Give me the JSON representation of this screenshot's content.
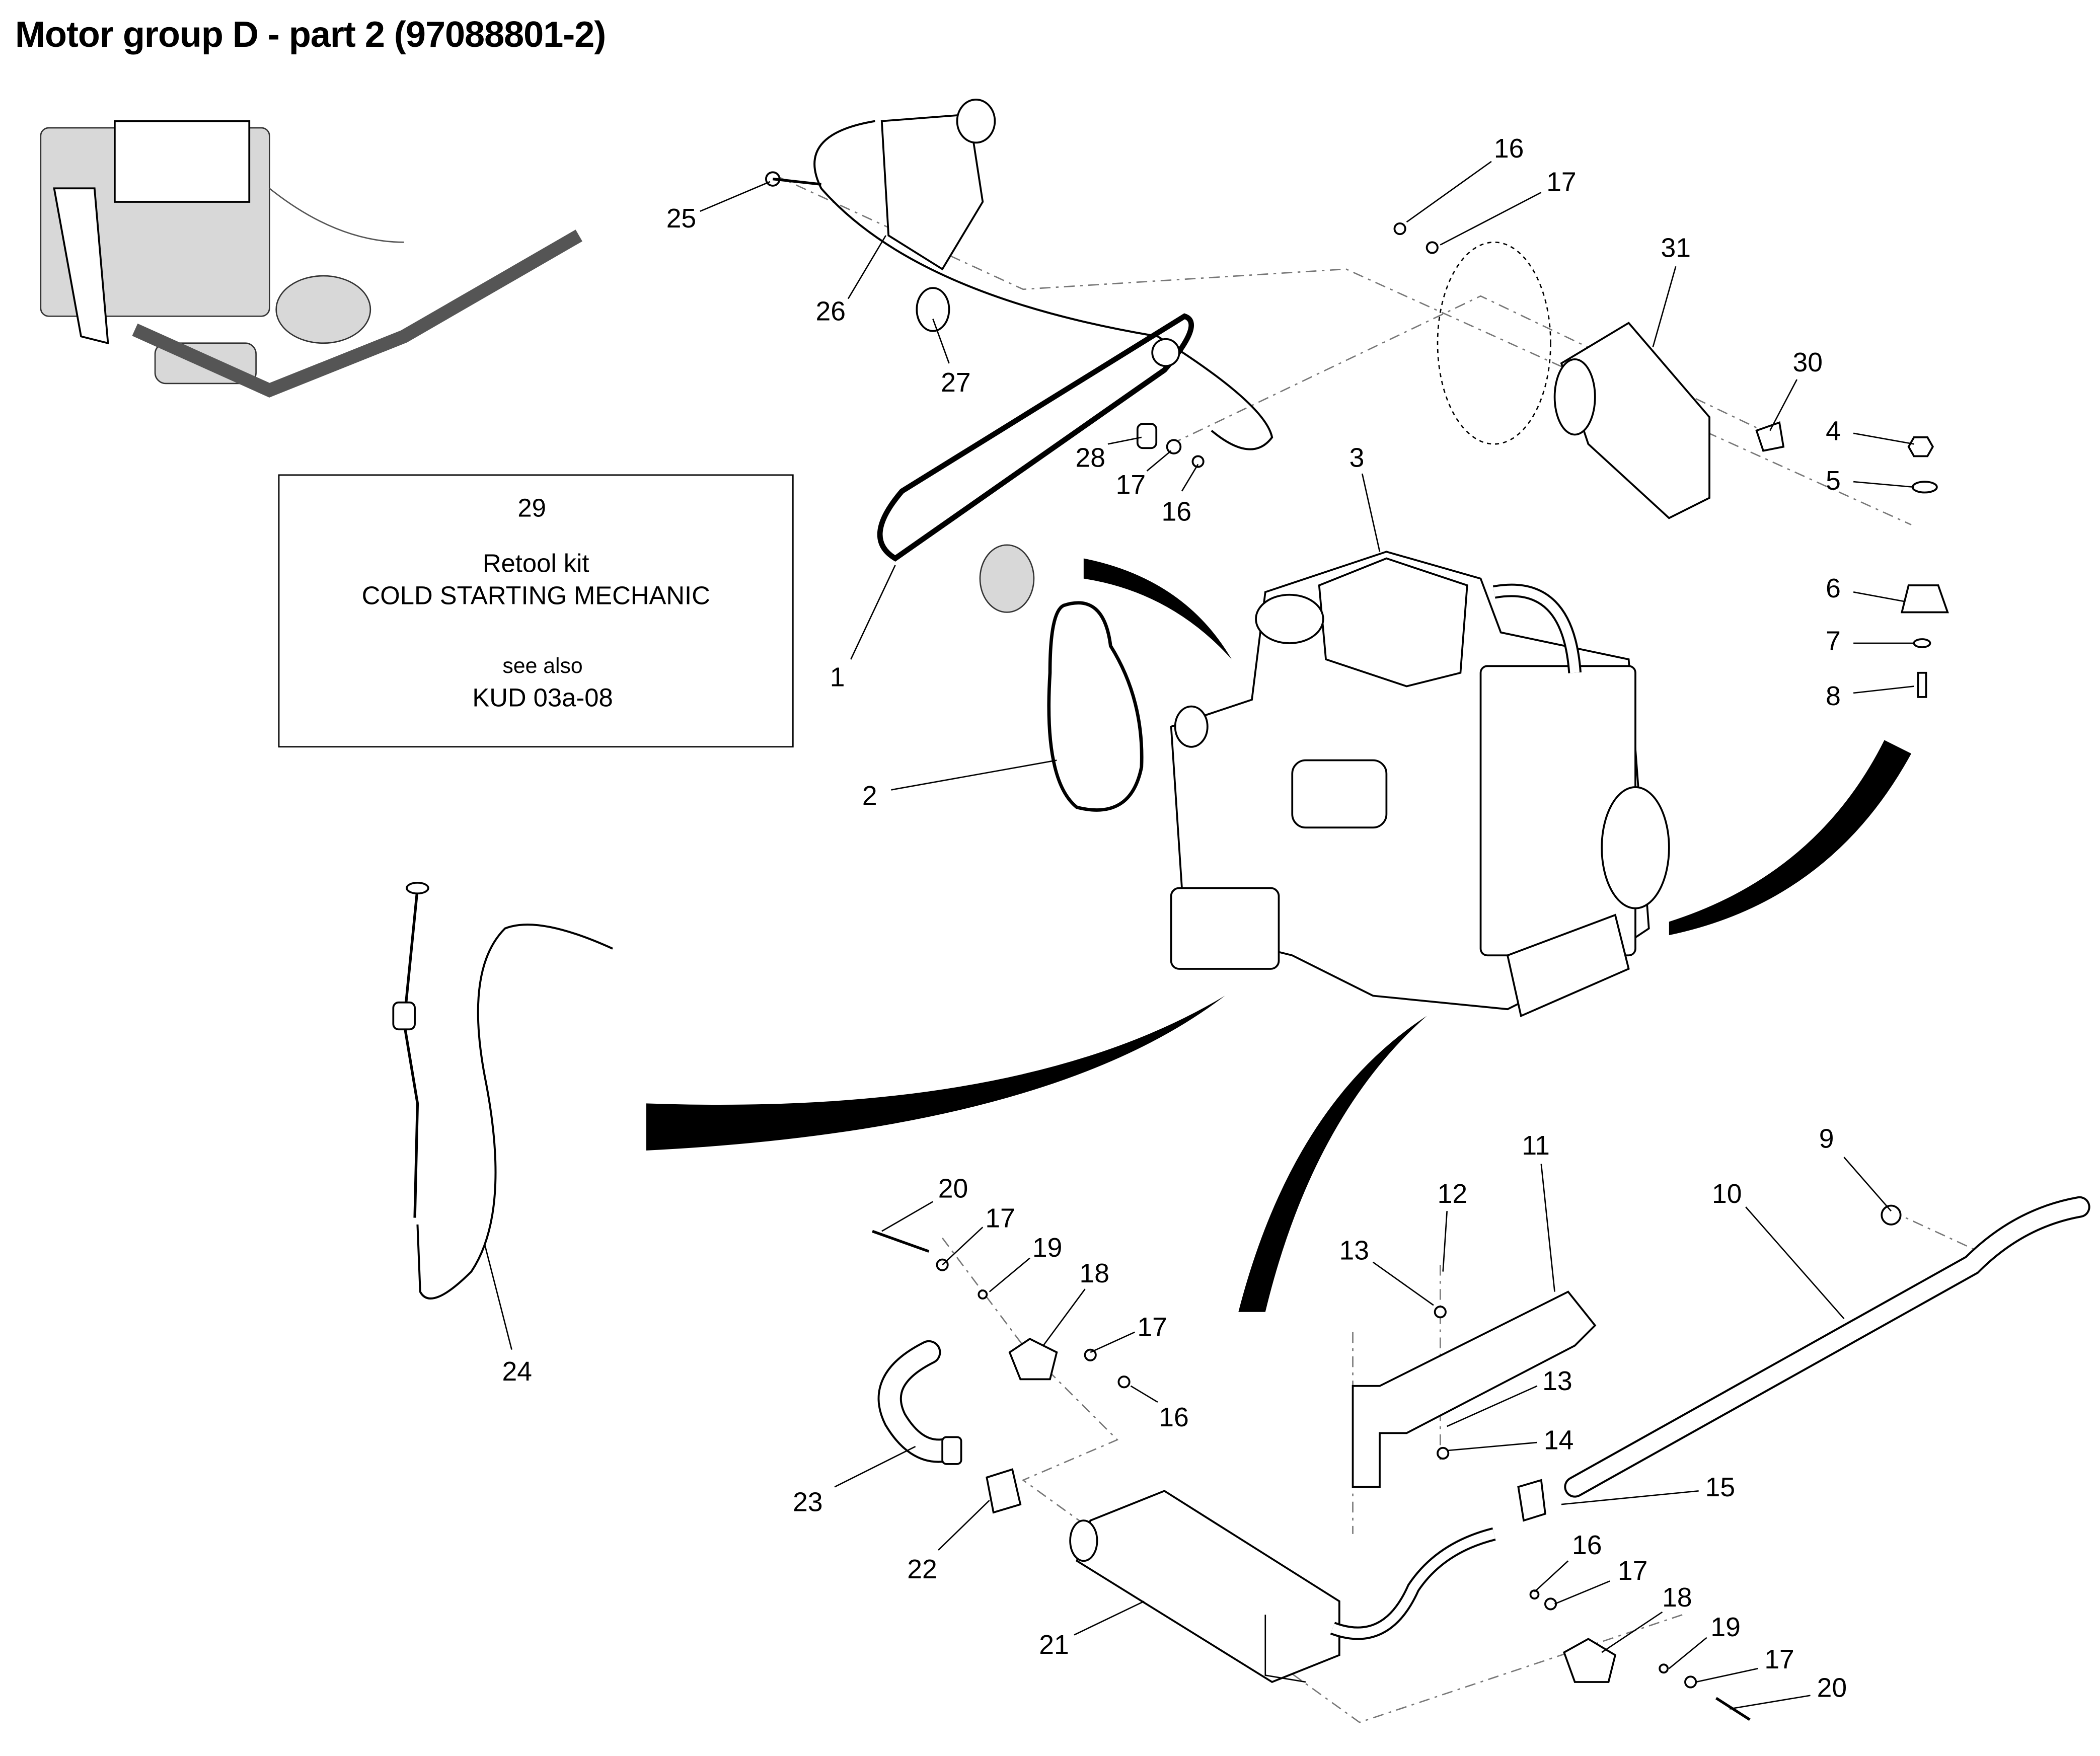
{
  "title": "Motor group D - part 2 (97088801-2)",
  "kit_box": {
    "number": "29",
    "line1": "Retool kit",
    "line2": "COLD STARTING MECHANIC",
    "line3": "see also",
    "line4": "KUD 03a-08"
  },
  "callouts": [
    "1",
    "2",
    "3",
    "4",
    "5",
    "6",
    "7",
    "8",
    "9",
    "10",
    "11",
    "12",
    "13",
    "13",
    "14",
    "15",
    "16",
    "17",
    "16",
    "17",
    "28",
    "25",
    "26",
    "27",
    "31",
    "30",
    "16",
    "17",
    "18",
    "19",
    "17",
    "20",
    "23",
    "22",
    "21",
    "24",
    "16",
    "17",
    "18",
    "19",
    "17",
    "20"
  ]
}
